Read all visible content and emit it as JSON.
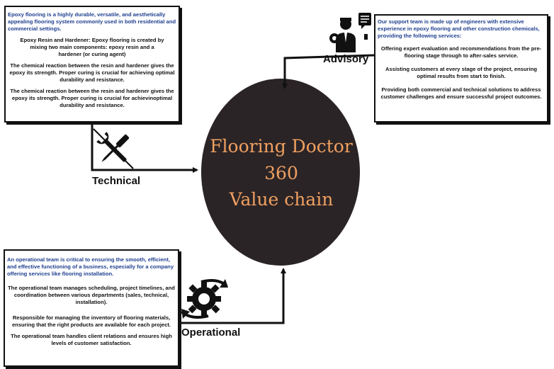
{
  "center": {
    "line1": "Flooring Doctor",
    "line2": "360",
    "line3": "Value chain",
    "fill_color": "#2b2426",
    "text_color": "#f0a060"
  },
  "technical": {
    "label": "Technical",
    "intro": "Epoxy flooring is a highly durable, versatile, and aesthetically appealing flooring system commonly used in both residential and commercial settings.",
    "items": [
      "Epoxy Resin and Hardener: Epoxy flooring is created by mixing two main components: epoxy resin and a hardener (or curing agent)",
      "The chemical reaction between the resin and hardener gives the epoxy its strength. Proper curing is crucial for achieving optimal durability and resistance.",
      "The chemical reaction between the resin and hardener gives the epoxy its strength. Proper curing is crucial for achievinoptimal durability and resistance."
    ]
  },
  "advisory": {
    "label": "Advisory",
    "intro": "Our support team is made up of engineers with extensive experience in epoxy flooring and other construction chemicals, providing the following services:",
    "items": [
      "Offering expert evaluation and recommendations from the pre-flooring stage through to after-sales service.",
      "Assisting customers at every stage of the project, ensuring optimal results from start to finish.",
      "Providing both commercial and technical solutions to address customer challenges and ensure successful project outcomes."
    ]
  },
  "operational": {
    "label": "Operational",
    "intro": "An operational team is critical to ensuring the smooth, efficient, and effective functioning of a business, especially for a company offering services like flooring installation.",
    "items": [
      "The operational team manages scheduling, project timelines, and coordination between various departments (sales, technical, installation).",
      "Responsible for managing the inventory of flooring materials, ensuring that the right products are available for each project.",
      "The operational team handles client relations and ensures high levels of customer satisfaction."
    ]
  },
  "icons": {
    "technical": "wrench-screwdriver-icon",
    "advisory": "consultant-chat-icon",
    "operational": "gear-refresh-icon"
  },
  "colors": {
    "intro_text": "#1f3f8f",
    "border": "#111111"
  }
}
